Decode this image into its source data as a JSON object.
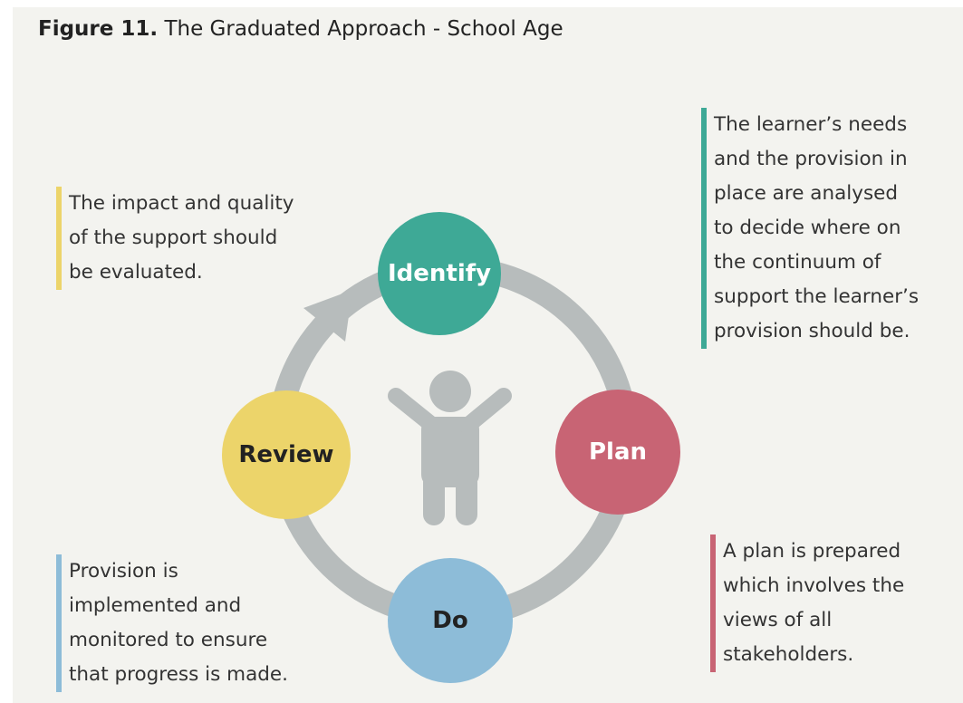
{
  "figure": {
    "label": "Figure 11.",
    "title": "The Graduated Approach - School Age"
  },
  "stages": {
    "identify": {
      "label": "Identify",
      "color": "#3ea996"
    },
    "plan": {
      "label": "Plan",
      "color": "#c86474"
    },
    "do": {
      "label": "Do",
      "color": "#8dbcd8"
    },
    "review": {
      "label": "Review",
      "color": "#ecd46a"
    }
  },
  "notes": {
    "identify": {
      "color": "#3ea996",
      "lines": [
        "The learner’s needs",
        "and the provision in",
        "place are analysed",
        "to decide where on",
        "the continuum of",
        "support the learner’s",
        "provision should be."
      ]
    },
    "plan": {
      "color": "#c86474",
      "lines": [
        "A plan is prepared",
        "which involves the",
        "views of all",
        "stakeholders."
      ]
    },
    "do": {
      "color": "#8dbcd8",
      "lines": [
        "Provision is",
        "implemented and",
        "monitored to ensure",
        "that progress is made."
      ]
    },
    "review": {
      "color": "#ecd46a",
      "lines": [
        "The impact and quality",
        "of the support should",
        "be evaluated."
      ]
    }
  },
  "colors": {
    "ring": "#b7bcbc",
    "person": "#b7bcbc",
    "background": "#f3f3ef"
  },
  "icons": {
    "center": "person-arms-raised-icon",
    "arrow": "cycle-arrow-icon"
  }
}
